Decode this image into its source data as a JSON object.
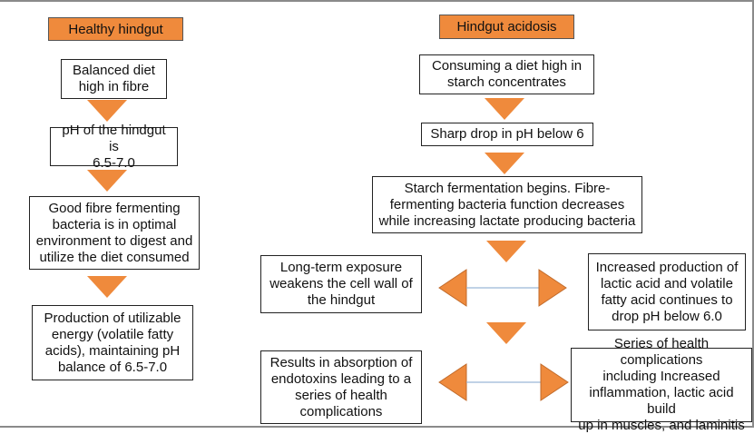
{
  "left_column": {
    "title": "Healthy hindgut",
    "steps": [
      "Balanced diet\nhigh in fibre",
      "pH of the hindgut is\n6.5-7.0",
      "Good fibre fermenting\nbacteria is in optimal\nenvironment to digest and\nutilize the diet consumed",
      "Production of utilizable\nenergy (volatile fatty\nacids), maintaining pH\nbalance of 6.5-7.0"
    ]
  },
  "right_column": {
    "title": "Hindgut acidosis",
    "steps": [
      "Consuming a diet high in\nstarch concentrates",
      "Sharp drop in pH below 6",
      "Starch fermentation begins. Fibre-\nfermenting bacteria function decreases\nwhile increasing lactate producing bacteria"
    ],
    "branch_1": {
      "left": "Long-term exposure\nweakens the cell wall of\nthe hindgut",
      "right": "Increased production of\nlactic acid and volatile\nfatty acid continues to\ndrop pH below 6.0"
    },
    "branch_2": {
      "left": "Results in absorption of\nendotoxins leading to a\nseries of health\ncomplications",
      "right": "Series of health complications\nincluding Increased\ninflammation, lactic acid build\nup in muscles, and laminitis"
    }
  },
  "colors": {
    "accent_orange": "#ef8a3c",
    "connector_line": "#9bb8d8",
    "box_border": "#222222"
  }
}
